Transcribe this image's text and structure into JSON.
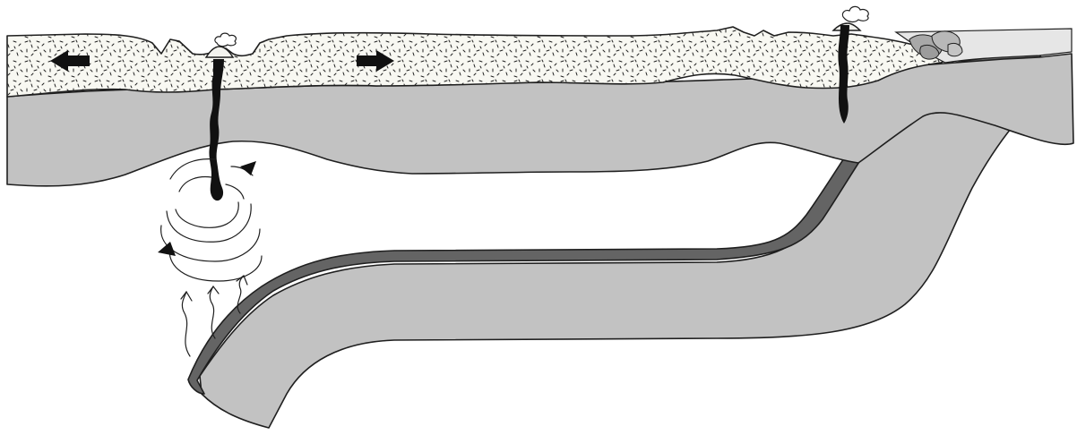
{
  "diagram": {
    "colors": {
      "background": "#ffffff",
      "lithosphere": "#c2c2c2",
      "crust": "#f8f8f2",
      "slab_top": "#646464",
      "magma": "#111111",
      "outline": "#1f1f1f",
      "accretion": "#b0b0b0",
      "sea": "#e6e6e6"
    },
    "elements": {
      "crust_layer": {
        "texture": "speckled"
      },
      "spreading_arrows": {
        "icon": "arrow-icon",
        "count": 2,
        "directions": [
          "left",
          "right"
        ]
      },
      "rift_magma_dike": {
        "icon": "magma-dike-icon"
      },
      "arc_magma_dike": {
        "icon": "magma-dike-icon"
      },
      "rift_volcano": {
        "icon": "volcano-cloud-icon"
      },
      "arc_volcano": {
        "icon": "volcano-cloud-icon"
      },
      "mantle_convection": {
        "icon": "convection-arcs-icon",
        "rotation_arrows": 2
      },
      "upwelling_arrows": {
        "icon": "thin-arrow-icon",
        "count": 3
      },
      "subducting_slab": {
        "layers": [
          "oceanic crust",
          "lithosphere"
        ]
      }
    }
  }
}
